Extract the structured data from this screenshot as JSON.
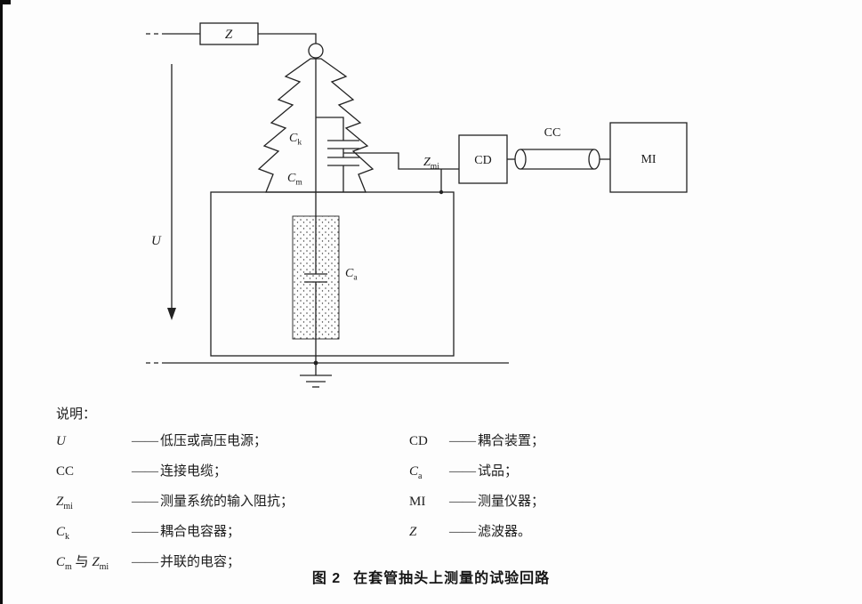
{
  "diagram": {
    "labels": {
      "z_box": "Z",
      "u": "U",
      "ck": {
        "base": "C",
        "sub": "k"
      },
      "cm": {
        "base": "C",
        "sub": "m"
      },
      "zmi": {
        "base": "Z",
        "sub": "mi"
      },
      "ca": {
        "base": "C",
        "sub": "a"
      },
      "cd": "CD",
      "cc": "CC",
      "mi": "MI"
    }
  },
  "legend": {
    "heading": "说明：",
    "rows_left": [
      {
        "sym1": "U",
        "style1": "italic",
        "dash": "——",
        "desc": "低压或高压电源；"
      },
      {
        "sym1": "CC",
        "style1": "roman",
        "dash": "——",
        "desc": "连接电缆；"
      },
      {
        "sym1": "Z",
        "sub1": "mi",
        "style1": "italic",
        "dash": "——",
        "desc": "测量系统的输入阻抗；"
      },
      {
        "sym1": "C",
        "sub1": "k",
        "style1": "italic",
        "dash": "——",
        "desc": "耦合电容器；"
      },
      {
        "sym1": "C",
        "sub1": "m",
        "style1": "italic",
        "mid": " 与 ",
        "sym2": "Z",
        "sub2": "mi",
        "dash": "——",
        "desc": "并联的电容；"
      }
    ],
    "rows_right": [
      {
        "sym1": "CD",
        "style1": "roman",
        "dash": "——",
        "desc": "耦合装置；"
      },
      {
        "sym1": "C",
        "sub1": "a",
        "style1": "italic",
        "dash": "——",
        "desc": "试品；"
      },
      {
        "sym1": "MI",
        "style1": "roman",
        "dash": "——",
        "desc": "测量仪器；"
      },
      {
        "sym1": "Z",
        "style1": "italic",
        "dash": "——",
        "desc": "滤波器。"
      }
    ]
  },
  "caption": {
    "num": "图 2",
    "title": "在套管抽头上测量的试验回路"
  }
}
